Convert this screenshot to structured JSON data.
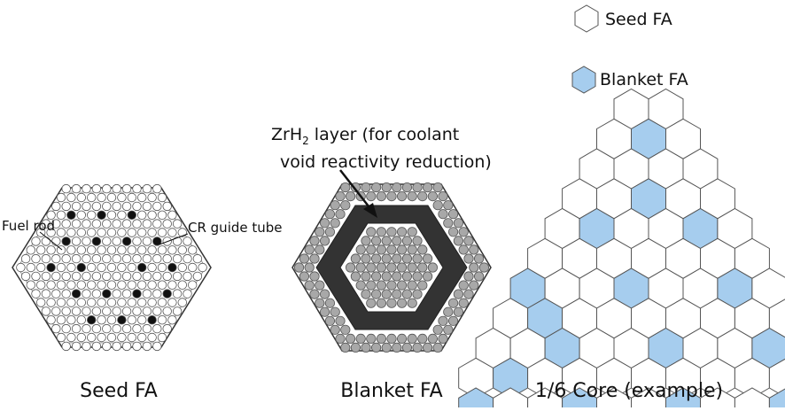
{
  "legend": {
    "seed_label": "Seed FA",
    "blanket_label": "Blanket FA"
  },
  "seed_fa": {
    "fuel_rod_label": "Fuel rod",
    "cr_guide_tube_label": "CR guide tube",
    "caption": "Seed FA"
  },
  "blanket_fa": {
    "layer_label_line1_main": "ZrH",
    "layer_label_line1_sub": "2",
    "layer_label_line1_rest": " layer (for coolant",
    "layer_label_line2": "void reactivity reduction)",
    "caption": "Blanket FA"
  },
  "core": {
    "caption": "1/6 Core (example)",
    "rows": [
      [
        0,
        0
      ],
      [
        0,
        1,
        0
      ],
      [
        0,
        0,
        0,
        0
      ],
      [
        0,
        0,
        1,
        0,
        0
      ],
      [
        0,
        1,
        0,
        0,
        1,
        0
      ],
      [
        0,
        0,
        0,
        0,
        0,
        0,
        0
      ],
      [
        1,
        0,
        0,
        1,
        0,
        0,
        1,
        0
      ],
      [
        0,
        1,
        0,
        0,
        0,
        0,
        0,
        0,
        0
      ],
      [
        0,
        0,
        1,
        0,
        0,
        1,
        0,
        0,
        1,
        0
      ],
      [
        0,
        1,
        0,
        0,
        0,
        0,
        0,
        0,
        0,
        0,
        0
      ],
      [
        1,
        0,
        0,
        1,
        0,
        0,
        1,
        0,
        0,
        1,
        0
      ]
    ]
  },
  "colors": {
    "blanket_fill": "#a6cdee",
    "seed_fill": "#ffffff",
    "hex_stroke": "#555555",
    "absorber_layer": "#333333",
    "blanket_rod": "#a8a8a8",
    "cr_tube": "#111111"
  }
}
